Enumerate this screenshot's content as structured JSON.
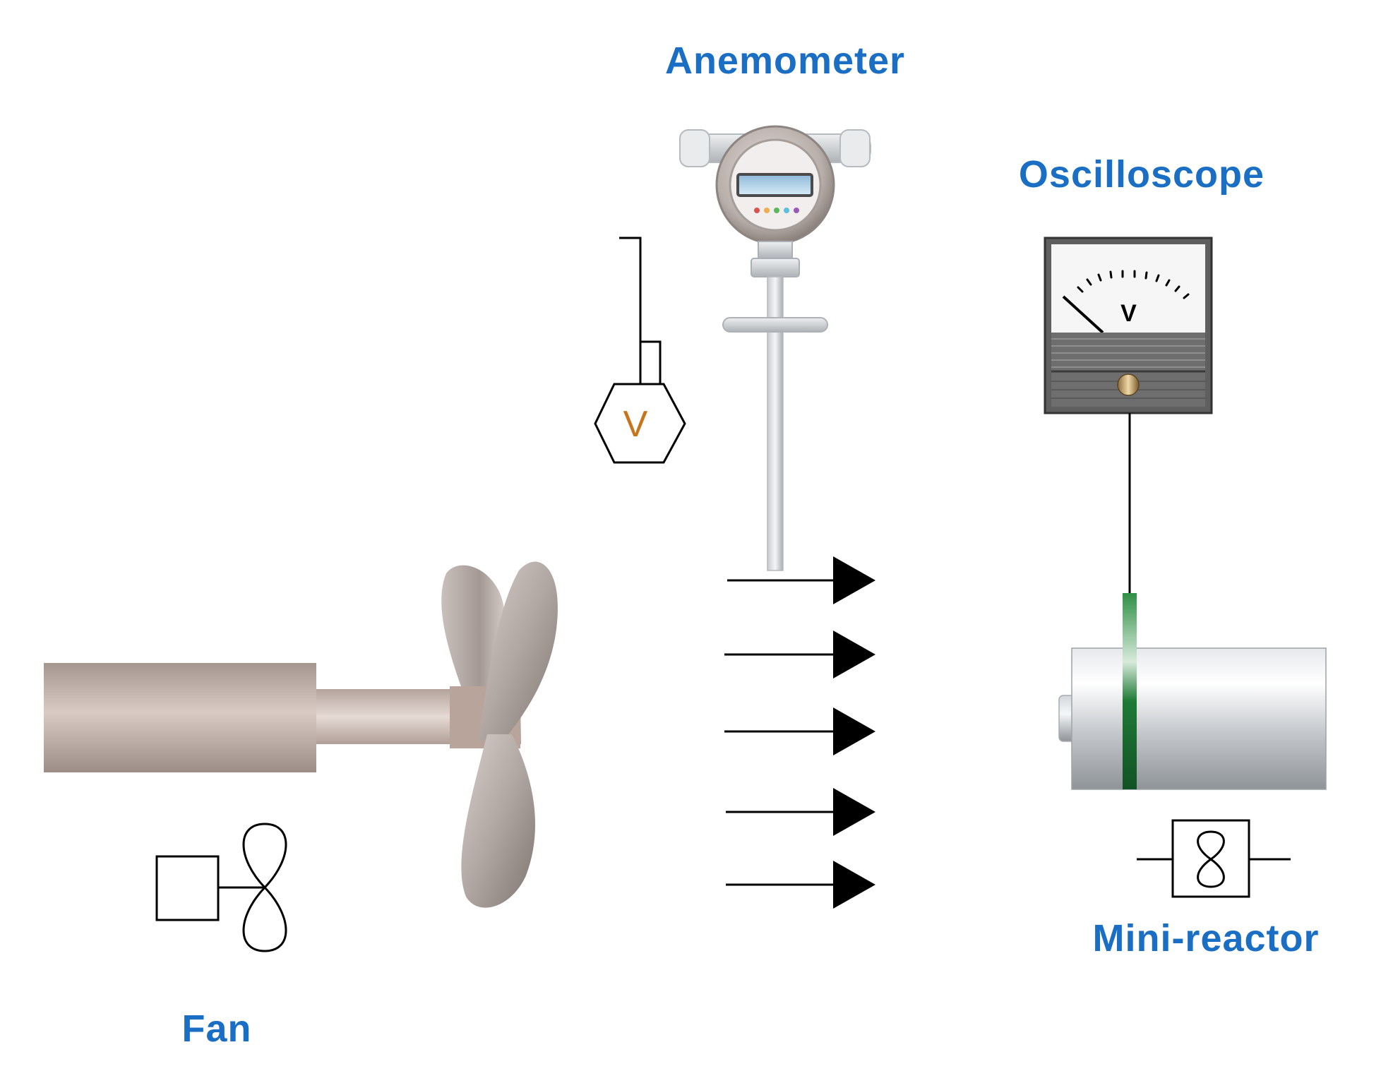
{
  "labels": {
    "anemometer": "Anemometer",
    "oscilloscope": "Oscilloscope",
    "mini_reactor": "Mini-reactor",
    "fan": "Fan"
  },
  "symbols": {
    "velocity_transmitter_letter": "V",
    "gauge_letter": "V"
  },
  "airflow": {
    "arrow_count": 5
  },
  "colors": {
    "label": "#1a6fc4",
    "airflow_arrow": "#000000",
    "reactor_band": "#1f7a35",
    "velocity_letter": "#c8741a"
  }
}
